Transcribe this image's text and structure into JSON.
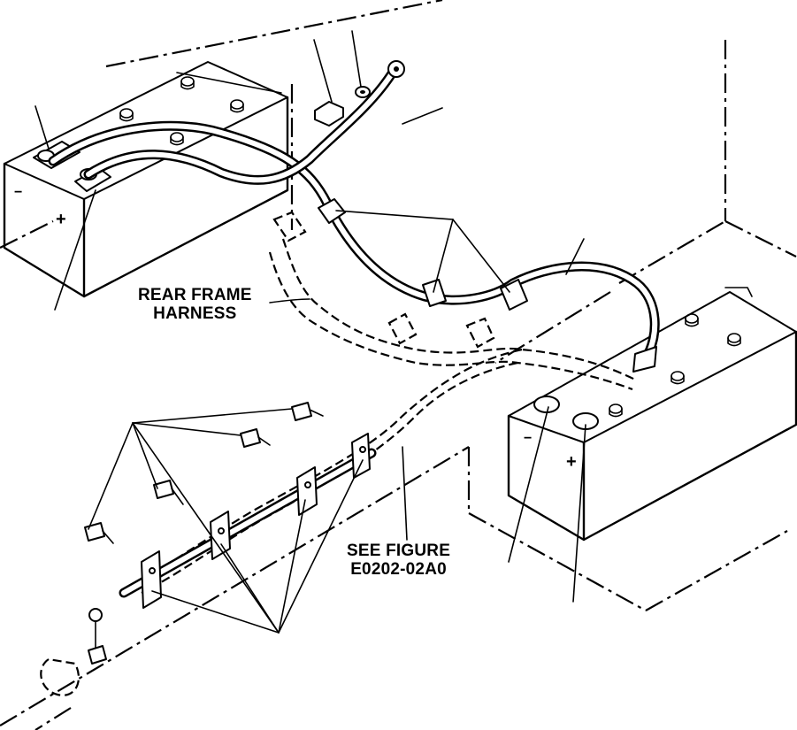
{
  "labels": {
    "rear_frame_line1": "REAR FRAME",
    "rear_frame_line2": "HARNESS",
    "see_figure_line1": "SEE FIGURE",
    "see_figure_line2": "E0202-02A0"
  },
  "symbols": {
    "left_battery_pos": "+",
    "left_battery_neg": "−",
    "right_battery_pos": "+",
    "right_battery_neg": "−"
  }
}
